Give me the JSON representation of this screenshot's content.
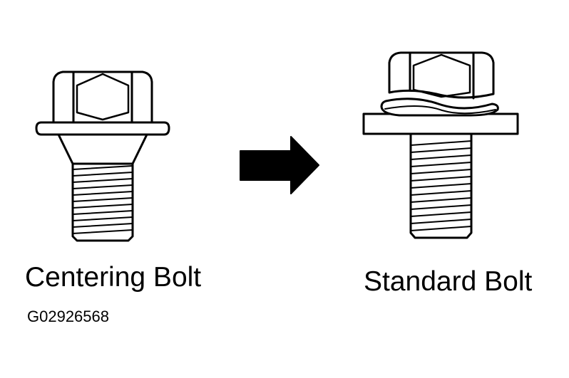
{
  "labels": {
    "left_bolt": "Centering Bolt",
    "right_bolt": "Standard Bolt",
    "figure_code": "G02926568"
  },
  "icons": {
    "left": "centering-bolt-icon",
    "arrow": "arrow-right-icon",
    "right": "standard-bolt-icon"
  },
  "colors": {
    "line": "#000000",
    "fill": "#ffffff"
  }
}
